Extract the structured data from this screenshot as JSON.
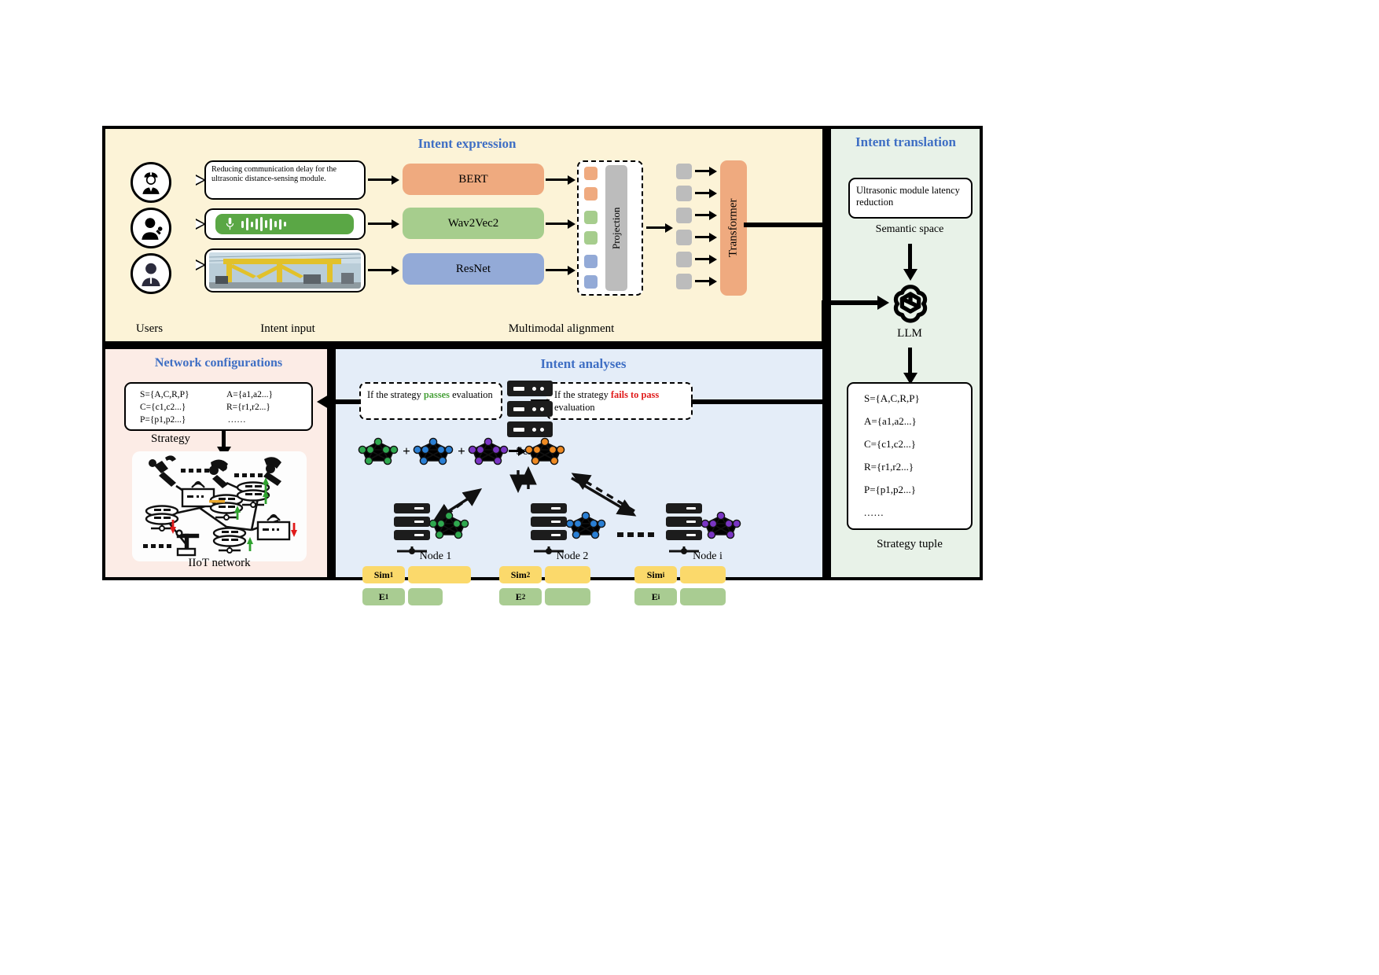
{
  "figure": {
    "panels": {
      "intent_expression": {
        "title": "Intent expression",
        "captions": {
          "users": "Users",
          "intent_input": "Intent input",
          "alignment": "Multimodal alignment"
        },
        "bubbles": {
          "text_intent": "Reducing communication delay for the ultrasonic distance-sensing module.",
          "audio_intent": "voice-waveform",
          "image_intent": "factory-photo"
        },
        "encoders": [
          {
            "name": "BERT",
            "color": "#efaa7f",
            "modality": "text"
          },
          {
            "name": "Wav2Vec2",
            "color": "#a6cd8d",
            "modality": "audio"
          },
          {
            "name": "ResNet",
            "color": "#93aad7",
            "modality": "image"
          }
        ],
        "projection_label": "Projection",
        "transformer_label": "Transformer",
        "token_colors": [
          "#efaa7f",
          "#efaa7f",
          "#a6cd8d",
          "#a6cd8d",
          "#93aad7",
          "#93aad7"
        ],
        "fused_token_color": "#bcbcbc",
        "fused_token_count": 6,
        "users": [
          "engineer-helmet",
          "technician-wrench",
          "manager-suit"
        ]
      },
      "intent_translation": {
        "title": "Intent translation",
        "semantic_output": "Ultrasonic module latency reduction",
        "semantic_caption": "Semantic space",
        "llm_label": "LLM",
        "strategy_tuple": [
          "S={A,C,R,P}",
          "A={a1,a2...}",
          "C={c1,c2...}",
          "R={r1,r2...}",
          "P={p1,p2...}",
          "......"
        ],
        "strategy_tuple_caption": "Strategy tuple"
      },
      "network_configurations": {
        "title": "Network configurations",
        "strategy_box": {
          "left_column": [
            "S={A,C,R,P}",
            "C={c1,c2...}",
            "P={p1,p2...}"
          ],
          "right_column": [
            "A={a1,a2...}",
            "R={r1,r2...}",
            "......"
          ]
        },
        "strategy_caption": "Strategy",
        "iiot_caption": "IIoT network"
      },
      "intent_analyses": {
        "title": "Intent analyses",
        "pass_condition": {
          "prefix": "If the strategy ",
          "highlight": "passes",
          "suffix": " evaluation",
          "highlight_color": "#4aa23c"
        },
        "fail_condition": {
          "prefix": "If the strategy ",
          "highlight": "fails to pass",
          "suffix": " evaluation",
          "highlight_color": "#e01b1b"
        },
        "server_label": "Server",
        "aggregation": {
          "operator": "+",
          "client_colors": [
            "#2fa84f",
            "#2a7fd4",
            "#7a35c4"
          ],
          "global_color": "#ef8a22"
        },
        "nodes": [
          {
            "label": "Node 1",
            "sim": "Sim",
            "sim_sub": "1",
            "e": "E",
            "e_sub": "1",
            "color": "#2fa84f"
          },
          {
            "label": "Node 2",
            "sim": "Sim",
            "sim_sub": "2",
            "e": "E",
            "e_sub": "2",
            "color": "#2a7fd4"
          },
          {
            "label": "Node i",
            "sim": "Sim",
            "sim_sub": "i",
            "e": "E",
            "e_sub": "i",
            "color": "#7a35c4"
          }
        ],
        "ellipsis": "......"
      }
    },
    "colors": {
      "expression_bg": "#fcf3d7",
      "translation_bg": "#e8f2e8",
      "network_bg": "#fcece6",
      "analyses_bg": "#e4edf8",
      "title_blue": "#3f6fc4",
      "sim_yellow": "#fbd96b",
      "e_green": "#a9cc92"
    }
  }
}
